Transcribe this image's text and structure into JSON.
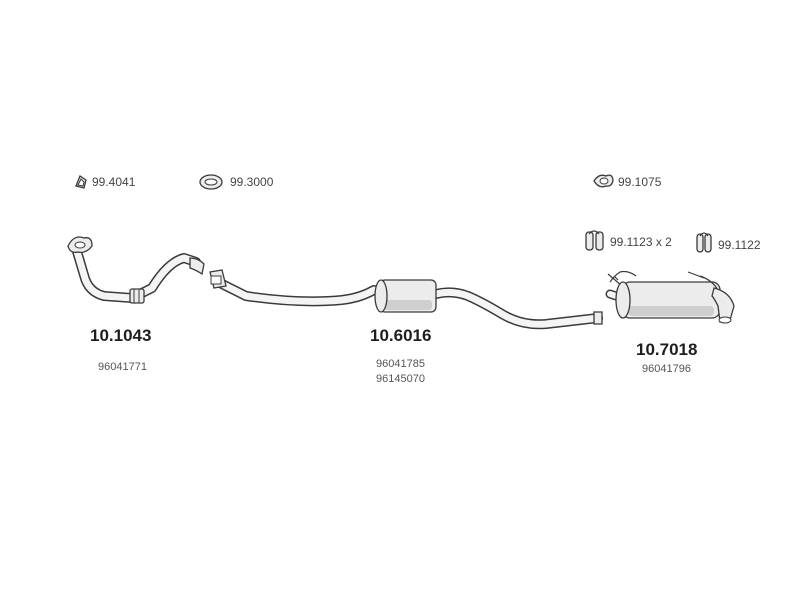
{
  "accessories": [
    {
      "code": "99.4041",
      "icon": "ring-clamp-icon"
    },
    {
      "code": "99.3000",
      "icon": "gasket-ring-icon"
    },
    {
      "code": "99.1075",
      "icon": "flange-gasket-icon"
    },
    {
      "code": "99.1123 x 2",
      "icon": "rubber-mount-icon"
    },
    {
      "code": "99.1122",
      "icon": "rubber-mount-icon"
    }
  ],
  "parts": [
    {
      "code": "10.1043",
      "refs": [
        "96041771"
      ]
    },
    {
      "code": "10.6016",
      "refs": [
        "96041785",
        "96145070"
      ]
    },
    {
      "code": "10.7018",
      "refs": [
        "96041796"
      ]
    }
  ],
  "colors": {
    "line": "#3a3a3a",
    "fill": "#ececec",
    "text": "#2b2b2b"
  }
}
